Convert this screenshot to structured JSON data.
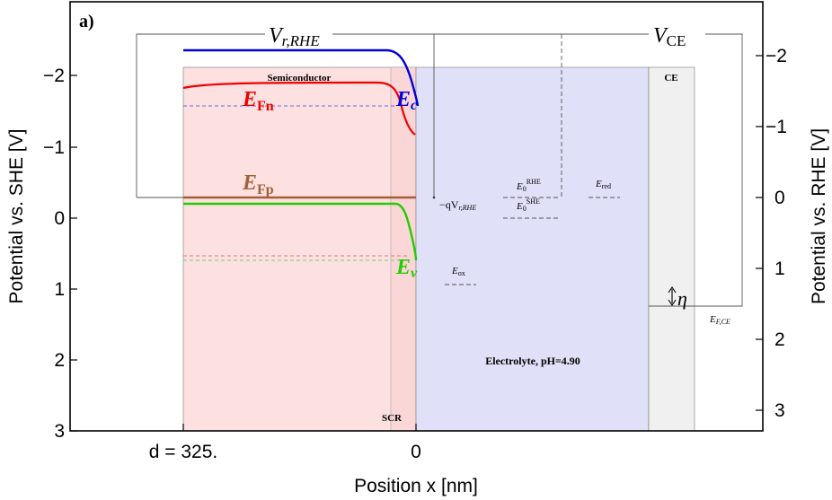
{
  "panel_label": "a)",
  "axes": {
    "left_label": "Potential vs. SHE [V]",
    "right_label": "Potential vs. RHE [V]",
    "x_label": "Position x [nm]",
    "x_ticks": [
      "d = 325.",
      "0"
    ],
    "left_ticks": [
      "−2",
      "−1",
      "0",
      "1",
      "2",
      "3"
    ],
    "right_ticks": [
      "−2",
      "−1",
      "0",
      "1",
      "2",
      "3"
    ]
  },
  "regions": {
    "semiconductor": "Semiconductor",
    "scr": "SCR",
    "electrolyte": "Electrolyte, pH=4.90",
    "ce": "CE"
  },
  "labels": {
    "vr_main": "V",
    "vr_sub": "r,RHE",
    "vce_main": "V",
    "vce_sub": "CE",
    "efn_main": "E",
    "efn_sub": "Fn",
    "efp_main": "E",
    "efp_sub": "Fp",
    "ec_main": "E",
    "ec_sub": "c",
    "ev_main": "E",
    "ev_sub": "v",
    "qvr_main": "−qV",
    "qvr_sub": "r,RHE",
    "e0rhe_main": "E",
    "e0rhe_sub": "0",
    "e0rhe_sup": "RHE",
    "e0she_main": "E",
    "e0she_sub": "0",
    "e0she_sup": "SHE",
    "ered_main": "E",
    "ered_sub": "red",
    "eox_main": "E",
    "eox_sub": "ox",
    "eta": "η",
    "efce_main": "E",
    "efce_sub": "F,CE"
  },
  "colors": {
    "semiconductor_fill": "#fde0e0",
    "electrolyte_fill": "#e0e0f8",
    "ce_fill": "#f0f0f0",
    "conduction_band": "#0000dd",
    "valence_band": "#22cc00",
    "quasi_fermi_n": "#ee0000",
    "quasi_fermi_p": "#a0603a",
    "dashed_lines": "#555555"
  }
}
